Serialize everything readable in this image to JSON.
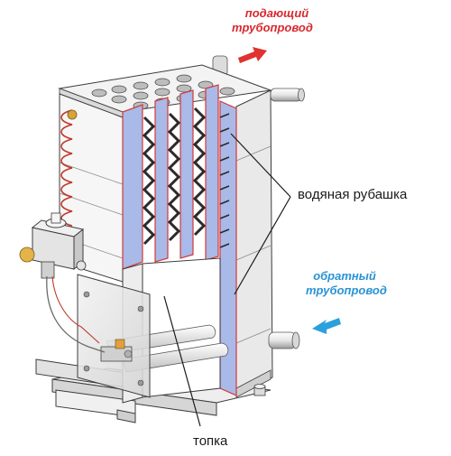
{
  "labels": {
    "supply": {
      "line1": "подающий",
      "line2": "трубопровод"
    },
    "return": {
      "line1": "обратный",
      "line2": "трубопровод"
    },
    "water_jacket": "водяная рубашка",
    "firebox": "топка"
  },
  "colors": {
    "supply_text": "#d8282e",
    "supply_arrow": "#e0322e",
    "return_text": "#2a93d5",
    "return_arrow": "#2aa0dc",
    "jacket_fill": "#a9b9e8",
    "jacket_edge": "#d23a3a",
    "boiler_body": "#f4f4f4",
    "outline": "#3c3c3c",
    "leader": "#1a1a1a"
  }
}
